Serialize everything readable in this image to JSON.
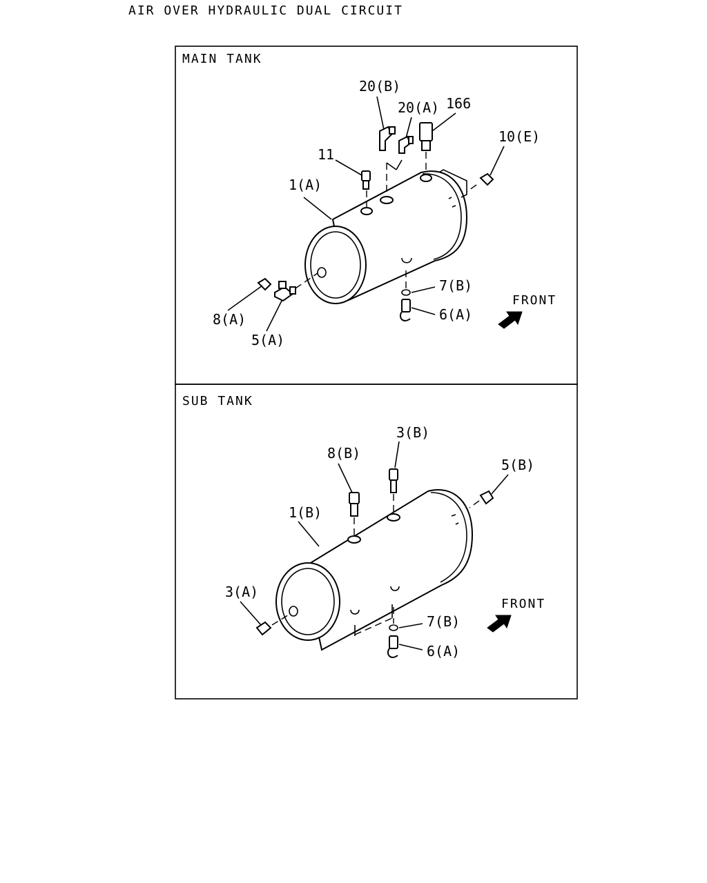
{
  "title": "AIR OVER HYDRAULIC DUAL CIRCUIT",
  "main_tank": {
    "heading": "MAIN TANK",
    "front_label": "FRONT",
    "callouts": {
      "c20b": "20(B)",
      "c20a": "20(A)",
      "c166": "166",
      "c10e": "10(E)",
      "c11": "11",
      "c1a": "1(A)",
      "c7b": "7(B)",
      "c6a": "6(A)",
      "c8a": "8(A)",
      "c5a": "5(A)"
    }
  },
  "sub_tank": {
    "heading": "SUB TANK",
    "front_label": "FRONT",
    "callouts": {
      "c3b": "3(B)",
      "c8b": "8(B)",
      "c5b": "5(B)",
      "c1b": "1(B)",
      "c3a": "3(A)",
      "c7b": "7(B)",
      "c6a": "6(A)"
    }
  }
}
